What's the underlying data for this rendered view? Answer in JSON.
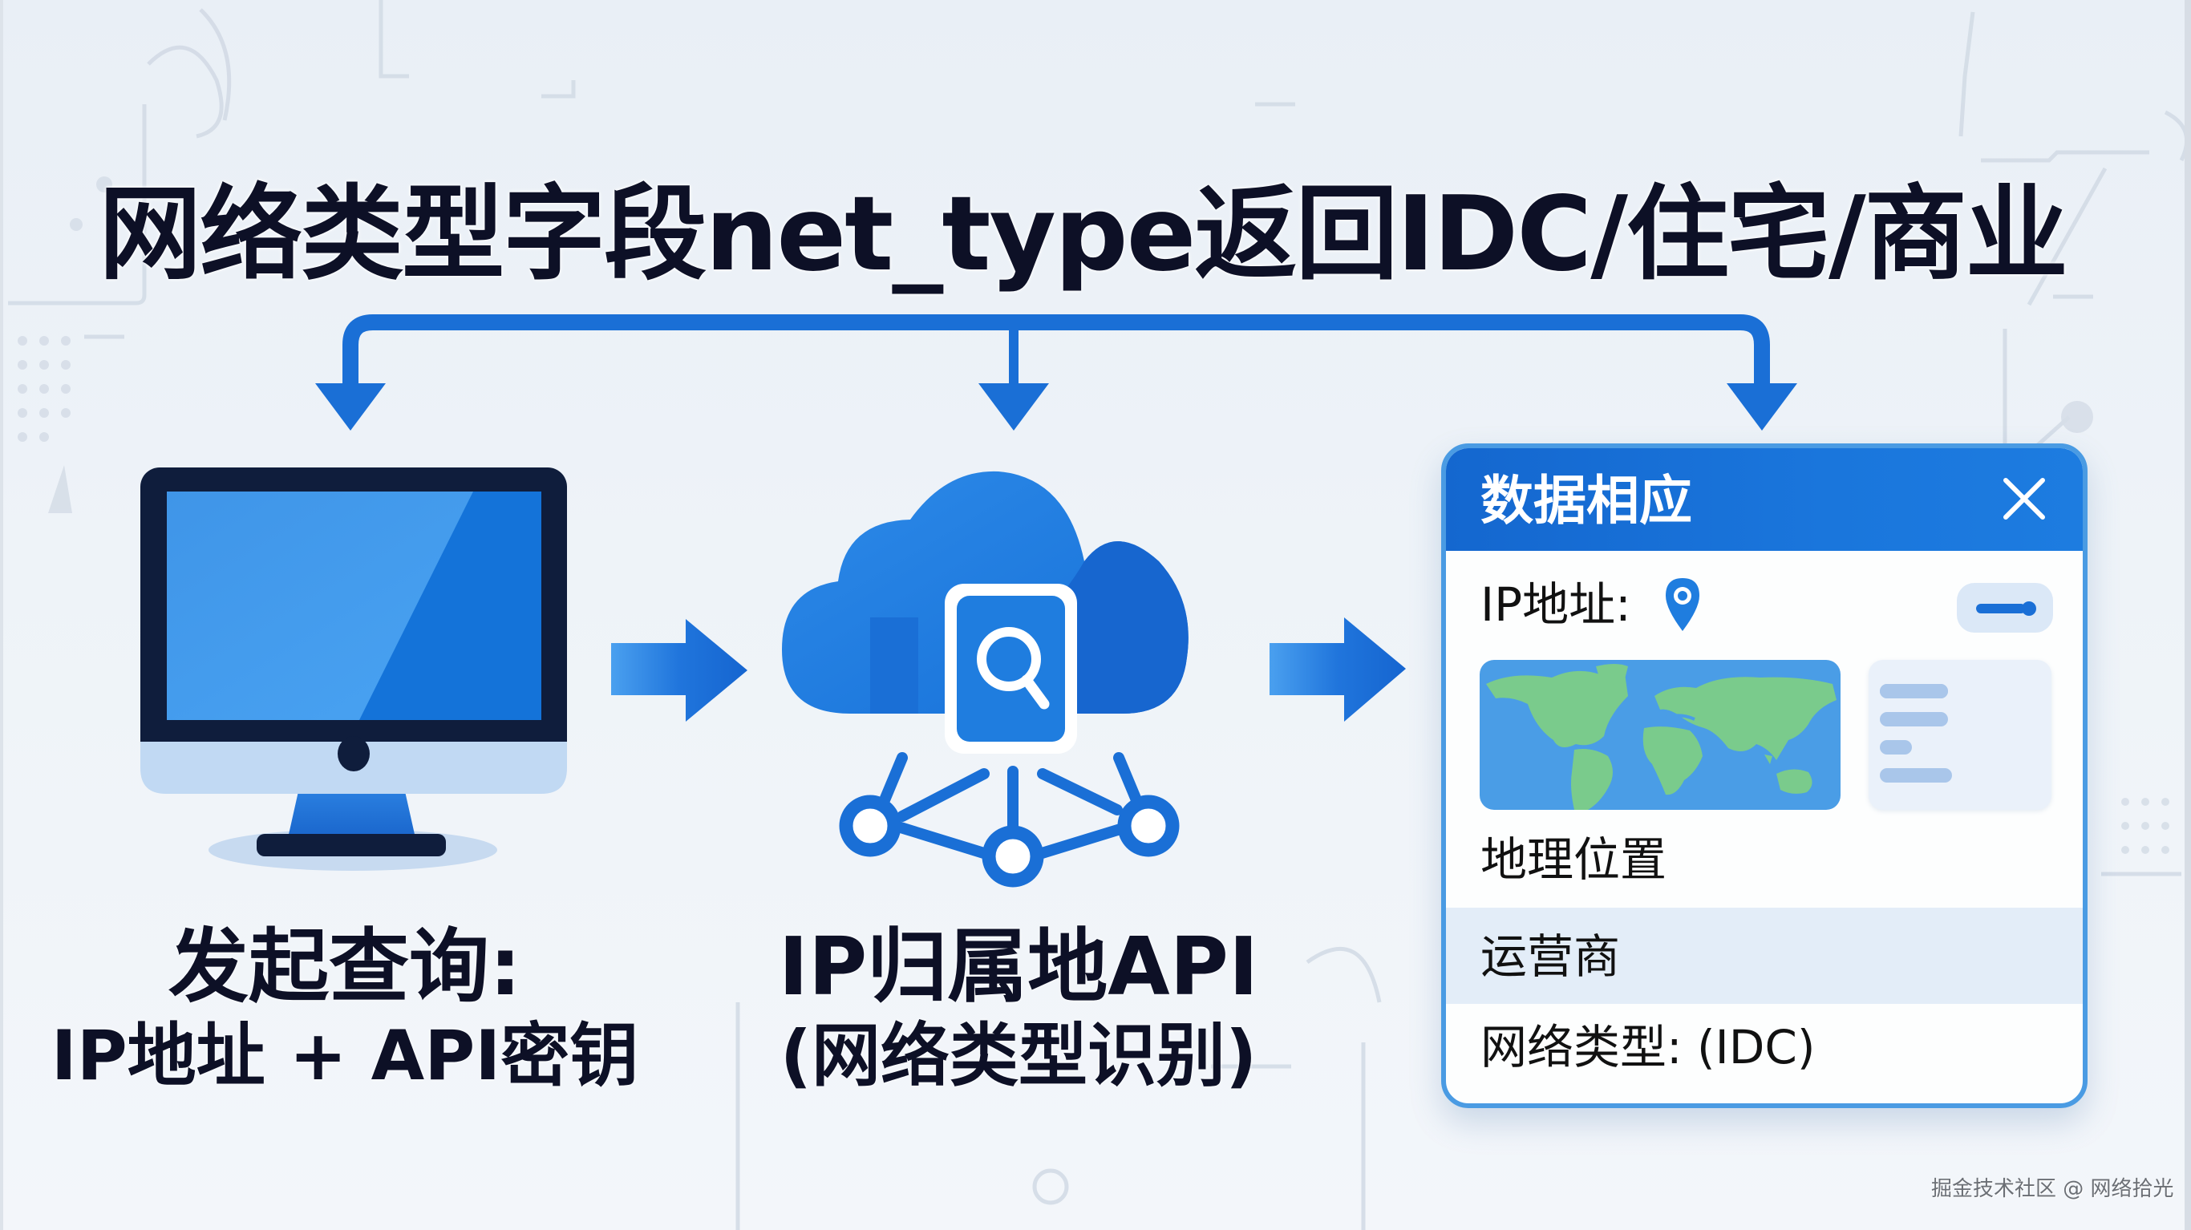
{
  "title": "网络类型字段net_type返回IDC/住宅/商业",
  "flow": {
    "step1": {
      "icon": "desktop-monitor-icon",
      "line1": "发起查询:",
      "line2": "IP地址 + API密钥"
    },
    "step2": {
      "icon": "cloud-search-network-icon",
      "line1": "IP归属地API",
      "line2": "(网络类型识别)"
    },
    "step3": {
      "panel": {
        "title": "数据相应",
        "close_icon": "close-icon",
        "ip_label": "IP地址:",
        "ip_icon": "location-pin-icon",
        "toggle_icon": "toggle-switch-icon",
        "map_icon": "world-map-icon",
        "list_icon": "text-list-icon",
        "geo_label": "地理位置",
        "isp_label": "运营商",
        "net_type_label": "网络类型: (IDC)"
      }
    }
  },
  "connectors": {
    "bracket": "branch-arrow-three-down",
    "arrows": [
      "right-arrow",
      "right-arrow"
    ]
  },
  "colors": {
    "primary_blue": "#1a6fd6",
    "light_blue": "#4a9de6",
    "panel_border": "#4a9be3",
    "land_green": "#78c98a",
    "text_dark": "#0d1026",
    "background": "#eef3f8"
  },
  "watermark": "掘金技术社区 @ 网络拾光"
}
